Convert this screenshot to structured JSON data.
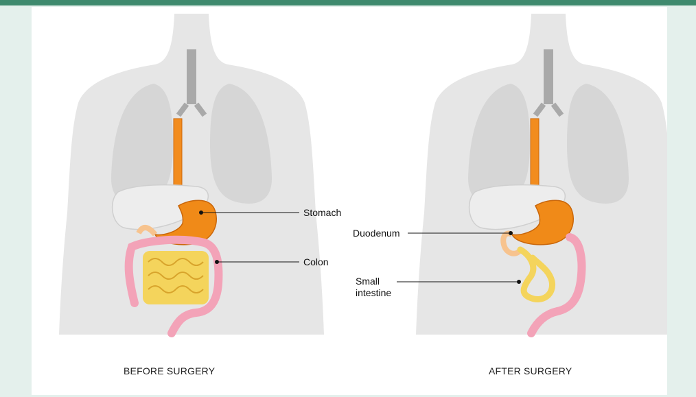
{
  "colors": {
    "frame_background": "#e4f0ec",
    "header_bar": "#3f8a6e",
    "body_silhouette": "#e6e6e6",
    "lungs": "#d6d6d6",
    "esophagus": "#f28c1e",
    "stomach": "#f08a18",
    "liver": "#ededed",
    "colon": "#f3a3b8",
    "small_intestine": "#f4d45c",
    "duodenum": "#f7c38e"
  },
  "diagram": {
    "before": {
      "caption": "BEFORE SURGERY",
      "labels": {
        "stomach": "Stomach",
        "colon": "Colon"
      }
    },
    "after": {
      "caption": "AFTER SURGERY",
      "labels": {
        "duodenum": "Duodenum",
        "small_intestine_line1": "Small",
        "small_intestine_line2": "intestine"
      }
    }
  }
}
